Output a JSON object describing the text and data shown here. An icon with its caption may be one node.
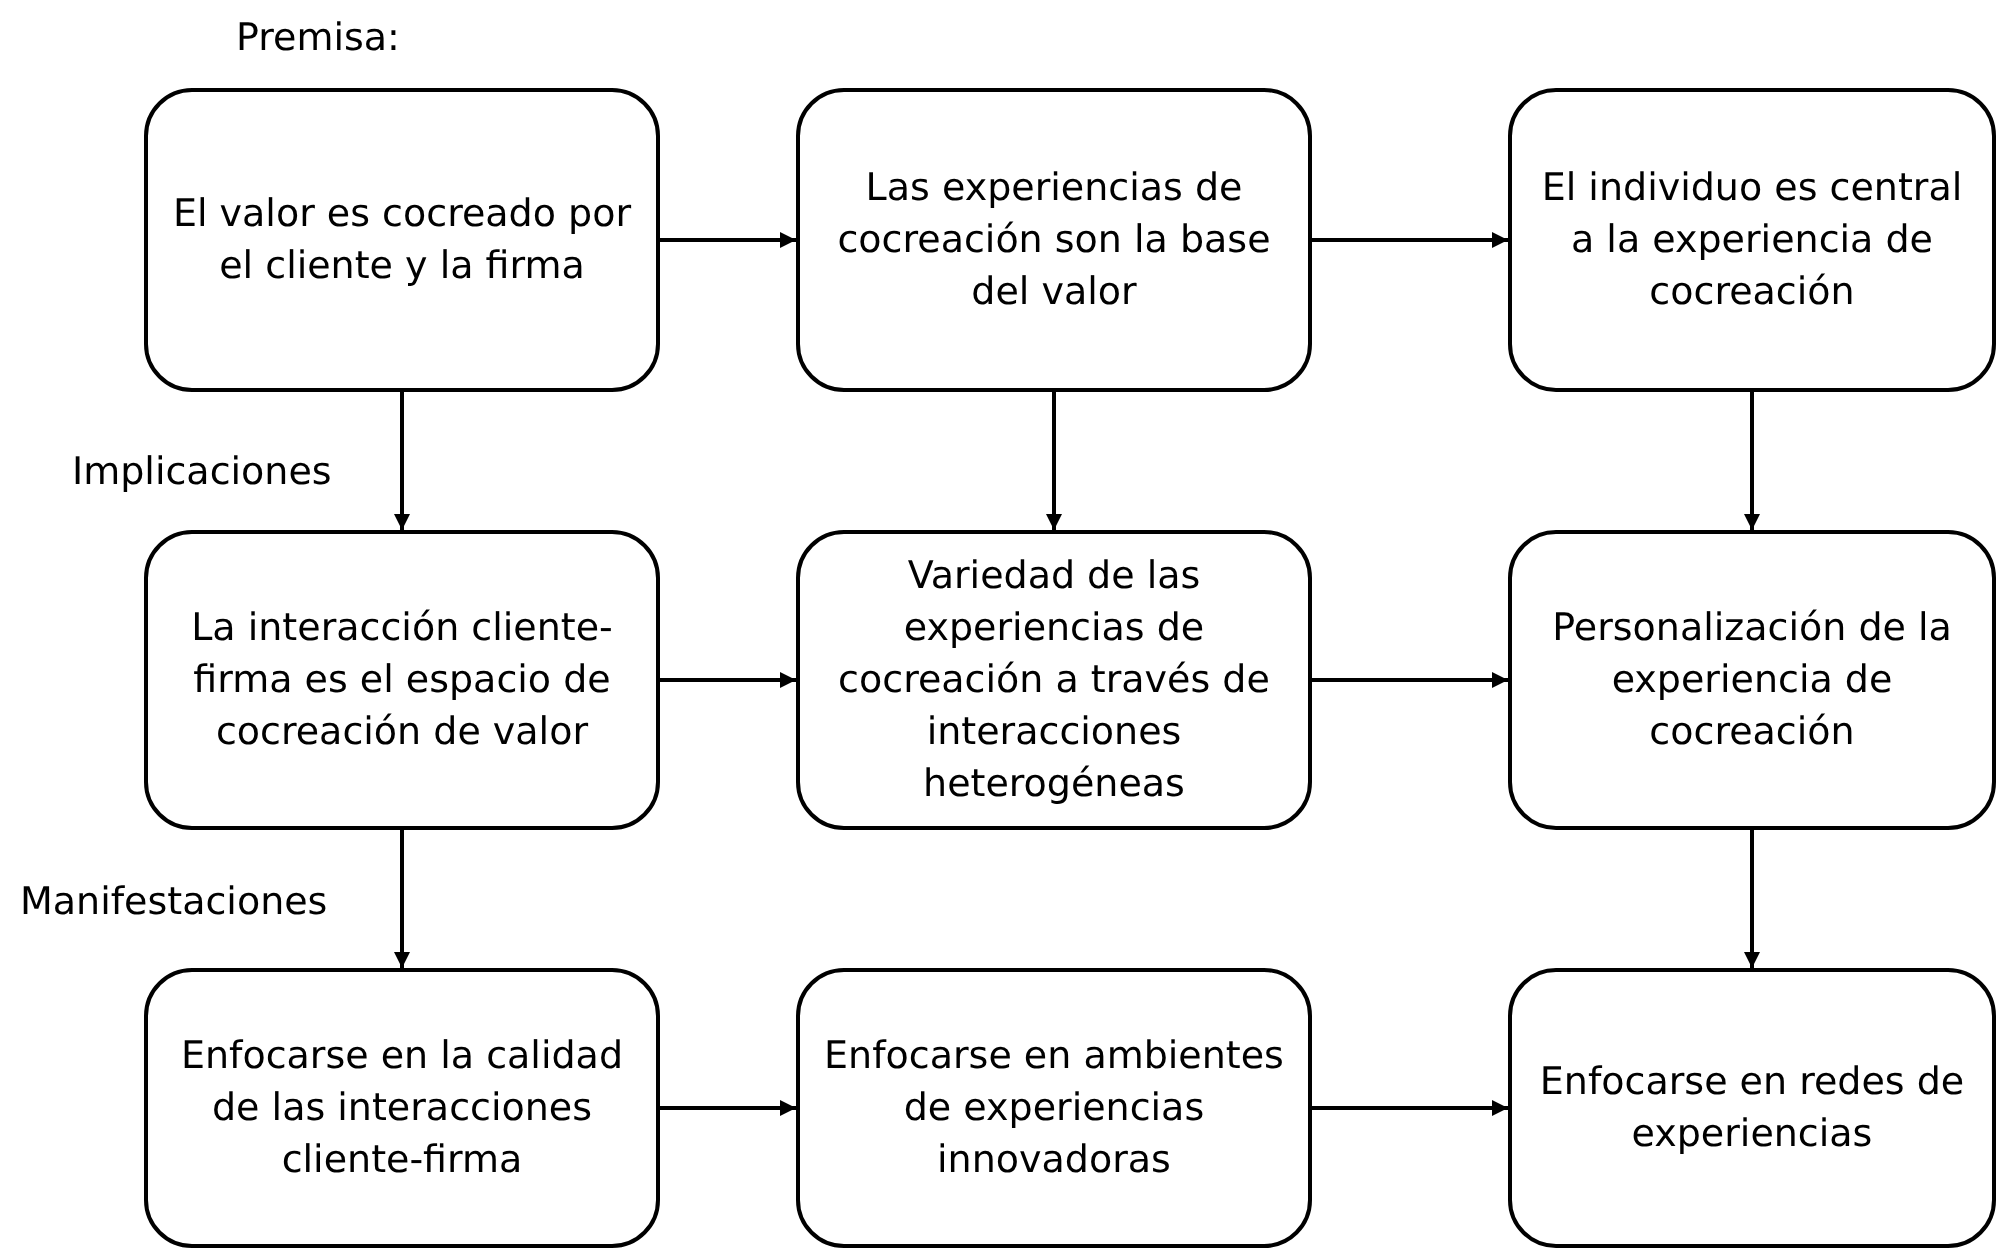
{
  "diagram": {
    "nodes": [
      {
        "text": [
          "El valor es cocreado por el cliente y la firma"
        ]
      },
      {
        "text": [
          "Las experiencias de cocreación son la base del valor"
        ]
      },
      {
        "text": [
          "El individuo es central a la experiencia de cocreación"
        ]
      },
      {
        "text": [
          "La interacción cliente-firma es el espacio de cocreación de valor"
        ]
      },
      {
        "text": [
          "Variedad de las experiencias de cocreación a través de interacciones heterogéneas"
        ]
      },
      {
        "text": [
          "Personalización de la experiencia de cocreación"
        ]
      },
      {
        "text": [
          "Enfocarse en la calidad de las interacciones cliente-firma"
        ]
      },
      {
        "text": [
          "Enfocarse en ambientes de experiencias innovadoras"
        ]
      },
      {
        "text": [
          "Enfocarse en redes de experiencias"
        ]
      }
    ],
    "edges": [
      {
        "from": 0,
        "to": 1,
        "arrow": "to"
      },
      {
        "from": 1,
        "to": 2,
        "arrow": "to"
      },
      {
        "from": 0,
        "to": 3,
        "arrow": "to"
      },
      {
        "from": 1,
        "to": 4,
        "arrow": "to"
      },
      {
        "from": 2,
        "to": 5,
        "arrow": "to"
      },
      {
        "from": 3,
        "to": 4,
        "arrow": "to"
      },
      {
        "from": 4,
        "to": 5,
        "arrow": "to"
      },
      {
        "from": 3,
        "to": 6,
        "arrow": "to"
      },
      {
        "from": 5,
        "to": 8,
        "arrow": "to"
      },
      {
        "from": 6,
        "to": 7,
        "arrow": "to"
      },
      {
        "from": 7,
        "to": 8,
        "arrow": "to"
      }
    ],
    "labels": [
      "Premisa:",
      "Implicaciones",
      "Manifestaciones"
    ]
  }
}
